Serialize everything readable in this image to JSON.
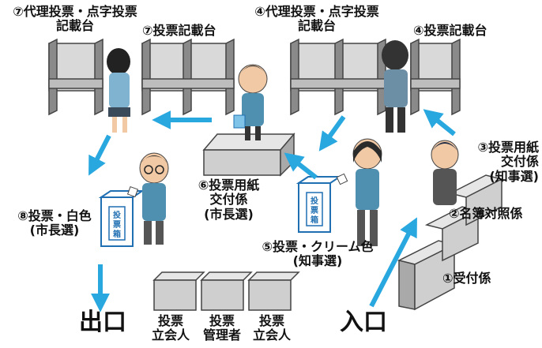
{
  "labels": {
    "booth7_proxy": [
      "⑦代理投票・点字投票",
      "記載台"
    ],
    "booth7": "⑦投票記載台",
    "booth4_proxy": [
      "④代理投票・点字投票",
      "記載台"
    ],
    "booth4": "④投票記載台",
    "issue3": [
      "③投票用紙",
      "交付係",
      "(知事選)"
    ],
    "check2": "②名簿対照係",
    "reception1": "①受付係",
    "issue6": [
      "⑥投票用紙",
      "交付係",
      "(市長選)"
    ],
    "box5": [
      "⑤投票・クリーム色",
      "(知事選)"
    ],
    "box8": [
      "⑧投票・白色",
      "(市長選)"
    ],
    "ballot_box_text": "投票箱",
    "exit": "出口",
    "entrance": "入口",
    "witness_left": [
      "投票",
      "立会人"
    ],
    "manager": [
      "投票",
      "管理者"
    ],
    "witness_right": [
      "投票",
      "立会人"
    ]
  },
  "colors": {
    "arrow": "#29a8e0",
    "furniture_light": "#d9d9d9",
    "furniture_mid": "#a9a9a9",
    "furniture_dark": "#6e6e6e",
    "outline": "#444444",
    "ballot_box": "#1f6fb2",
    "shirt_teal": "#4f8fb0",
    "shirt_dark": "#555555"
  }
}
